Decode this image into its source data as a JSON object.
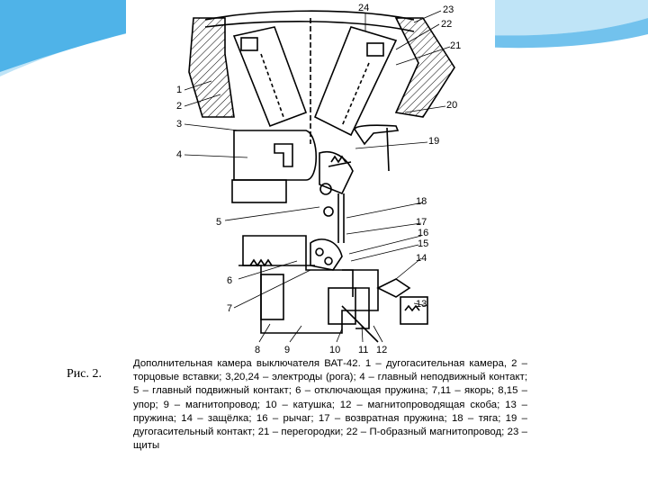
{
  "figure": {
    "label": "Рис. 2.",
    "caption": "Дополнительная камера выключателя ВАТ-42. 1 – дугогасительная камера, 2 – торцовые вставки; 3,20,24 – электроды (рога); 4 – главный неподвижный контакт; 5 – главный подвижный контакт; 6 – отключающая пружина; 7,11 – якорь; 8,15 – упор; 9 – магнитопровод; 10 – катушка; 12 – магнитопроводящая скоба; 13 – пружина; 14 – защёлка; 16 – рычаг; 17 – возвратная пружина; 18 – тяга; 19 – дугогасительный контакт; 21 – перегородки; 22 – П-образный магнитопровод; 23 – щиты"
  },
  "callouts": {
    "n1": "1",
    "n2": "2",
    "n3": "3",
    "n4": "4",
    "n5": "5",
    "n6": "6",
    "n7": "7",
    "n8": "8",
    "n9": "9",
    "n10": "10",
    "n11": "11",
    "n12": "12",
    "n13": "13",
    "n14": "14",
    "n15": "15",
    "n16": "16",
    "n17": "17",
    "n18": "18",
    "n19": "19",
    "n20": "20",
    "n21": "21",
    "n22": "22",
    "n23": "23",
    "n24": "24"
  },
  "colors": {
    "accent_wave": "#4fb3e8",
    "accent_wave_light": "#bfe4f7"
  }
}
